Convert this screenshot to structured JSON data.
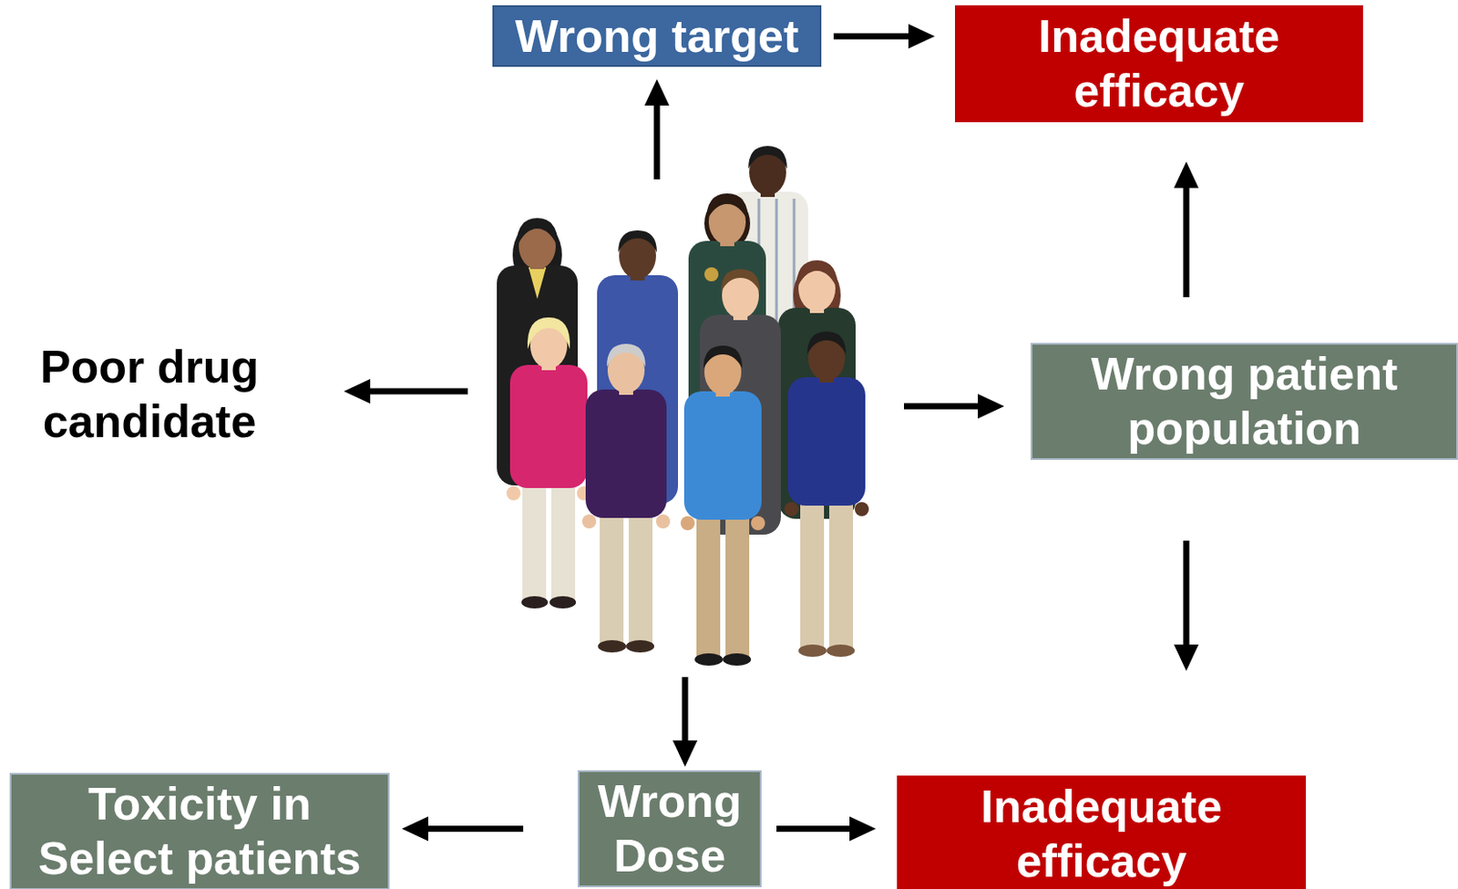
{
  "diagram": {
    "nodes": [
      {
        "text": [
          "Wrong target"
        ]
      },
      {
        "text": [
          "Inadequate efficacy"
        ]
      },
      {
        "text": [
          "Wrong patient population"
        ]
      },
      {
        "text": [
          "Toxicity in Select patients"
        ]
      },
      {
        "text": [
          "Wrong Dose"
        ]
      },
      {
        "text": [
          "Inadequate efficacy"
        ]
      }
    ],
    "edges": [
      {
        "from": 0,
        "to": 1,
        "arrow": "to"
      },
      {
        "from": 2,
        "to": 1,
        "arrow": "to"
      },
      {
        "from": 2,
        "to": 5,
        "arrow": "to"
      },
      {
        "from": 4,
        "to": 3,
        "arrow": "to"
      },
      {
        "from": 4,
        "to": 5,
        "arrow": "to"
      }
    ],
    "labels": [
      "Poor drug candidate"
    ]
  }
}
